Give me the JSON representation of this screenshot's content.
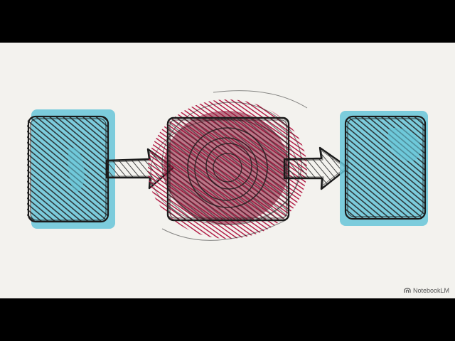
{
  "diagram": {
    "colors": {
      "paper": "#f3f2ee",
      "input_box_accent": "#5fc4d6",
      "process_box_accent": "#a8143e",
      "pencil_fill": "#2e2e2e",
      "outline": "#1a1a1a"
    },
    "nodes": [
      {
        "id": "input-block",
        "shape": "rounded-rectangle",
        "accent": "#5fc4d6"
      },
      {
        "id": "process-block",
        "shape": "rounded-rectangle",
        "accent": "#a8143e"
      },
      {
        "id": "output-block",
        "shape": "rounded-rectangle",
        "accent": "#5fc4d6"
      }
    ],
    "edges": [
      {
        "from": "input-block",
        "to": "process-block"
      },
      {
        "from": "process-block",
        "to": "output-block"
      }
    ]
  },
  "watermark": {
    "label": "NotebookLM",
    "icon": "notebooklm-logo-icon"
  }
}
